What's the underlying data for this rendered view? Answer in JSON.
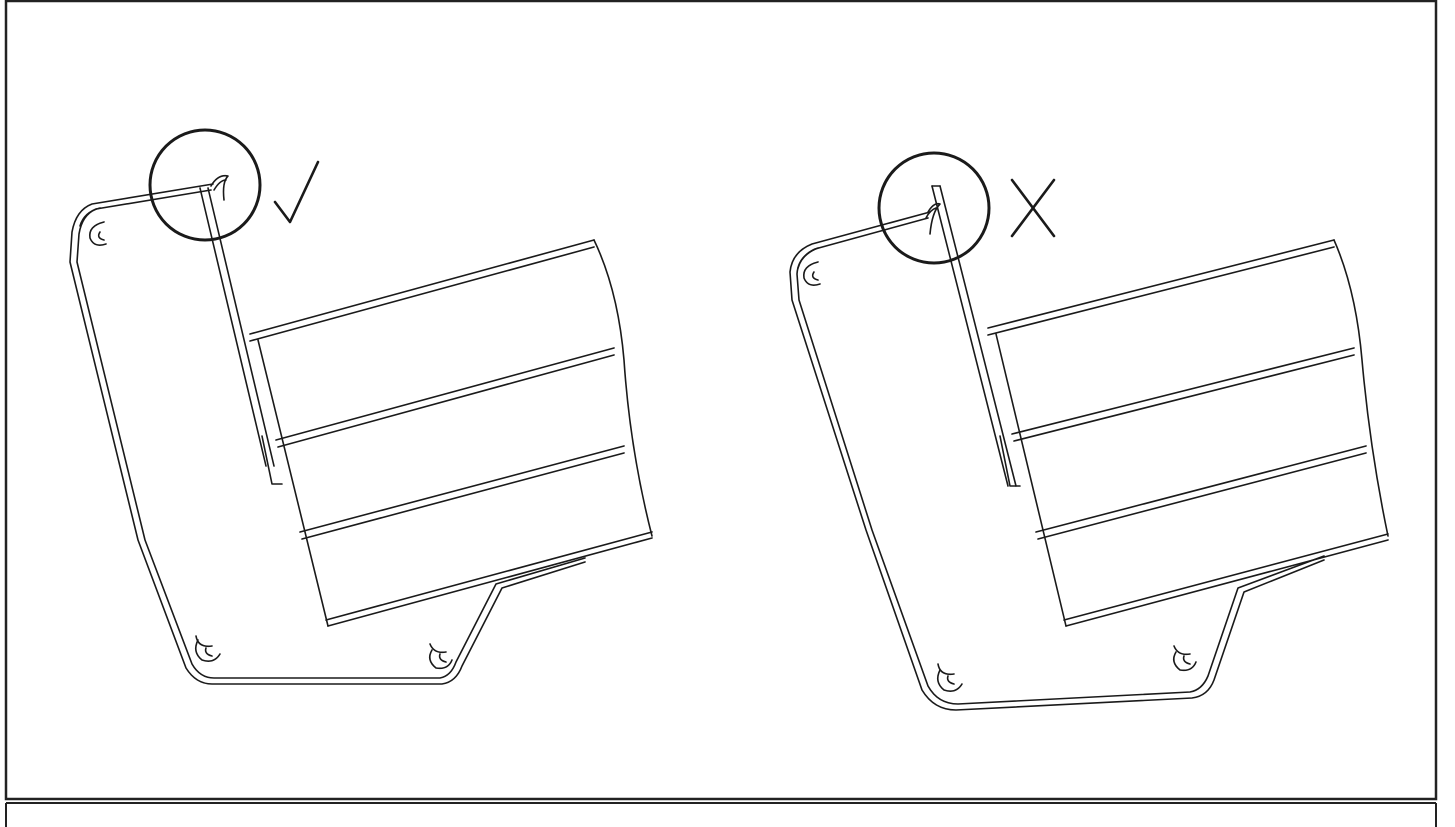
{
  "colors": {
    "line": "#1a1a1a",
    "background": "#ffffff",
    "frame": "#222222"
  },
  "panels": [
    {
      "id": "correct",
      "status_mark_icon": "check-mark-icon",
      "status": "correct"
    },
    {
      "id": "incorrect",
      "status_mark_icon": "x-mark-icon",
      "status": "incorrect"
    }
  ]
}
